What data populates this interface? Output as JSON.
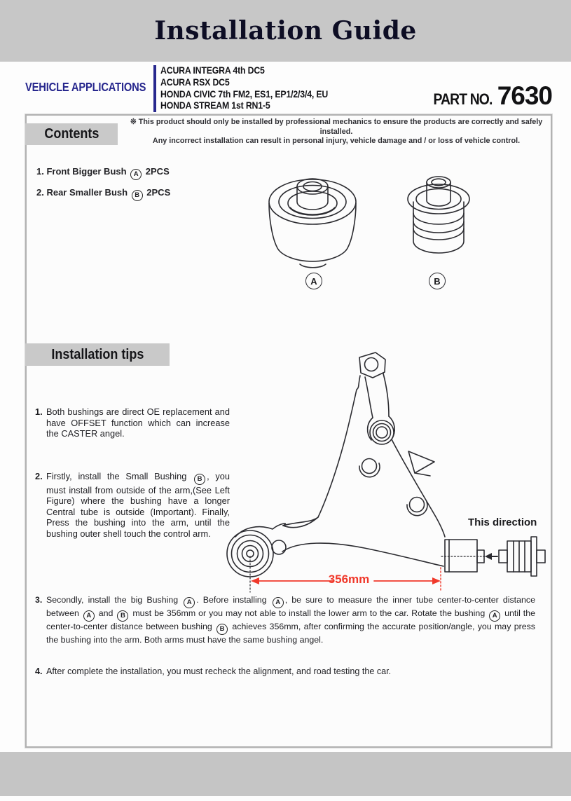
{
  "header": {
    "title": "Installation Guide"
  },
  "vehicle_applications": {
    "label": "VEHICLE APPLICATIONS",
    "vehicles": [
      "ACURA INTEGRA 4th DC5",
      "ACURA RSX DC5",
      "HONDA CIVIC 7th FM2, ES1, EP1/2/3/4, EU",
      "HONDA STREAM 1st RN1-5"
    ]
  },
  "part": {
    "label": "PART NO.",
    "number": "7630"
  },
  "contents": {
    "heading": "Contents",
    "warning_line1": "※ This product should only be installed by professional mechanics to ensure the products are correctly and safely installed.",
    "warning_line2": "Any incorrect installation can result in personal injury, vehicle damage and / or loss of vehicle control.",
    "items": [
      "1. Front Bigger Bush (A)  2PCS",
      "2. Rear Smaller Bush (B)  2PCS"
    ],
    "figure_labels": {
      "a": "A",
      "b": "B"
    }
  },
  "tips": {
    "heading": "Installation tips",
    "steps": [
      {
        "num": "1.",
        "text": "Both bushings are direct OE replacement and have OFFSET function which can increase the CASTER angel."
      },
      {
        "num": "2.",
        "text": "Firstly, install the Small Bushing (B), you must install from outside of the arm,(See Left Figure) where the bushing have a longer Central tube is outside (Important). Finally, Press the bushing into the arm, until the bushing outer shell touch the control arm."
      },
      {
        "num": "3.",
        "text": "Secondly, install the big Bushing (A). Before installing (A), be sure to measure the inner tube center-to-center distance between (A) and (B) must be 356mm or you may not able to install the lower arm to the car. Rotate the bushing (A) until the center-to-center distance between bushing (B) achieves 356mm, after confirming the accurate position/angle, you may press the bushing into the arm. Both arms must have the same bushing angel."
      },
      {
        "num": "4.",
        "text": "After complete the installation, you must recheck the alignment, and road testing the car."
      }
    ]
  },
  "diagram": {
    "direction_label": "This direction",
    "dimension": "356mm"
  },
  "colors": {
    "accent_red": "#f0392b",
    "navy_accent": "#28288e",
    "band_gray": "#c7c7c7"
  }
}
